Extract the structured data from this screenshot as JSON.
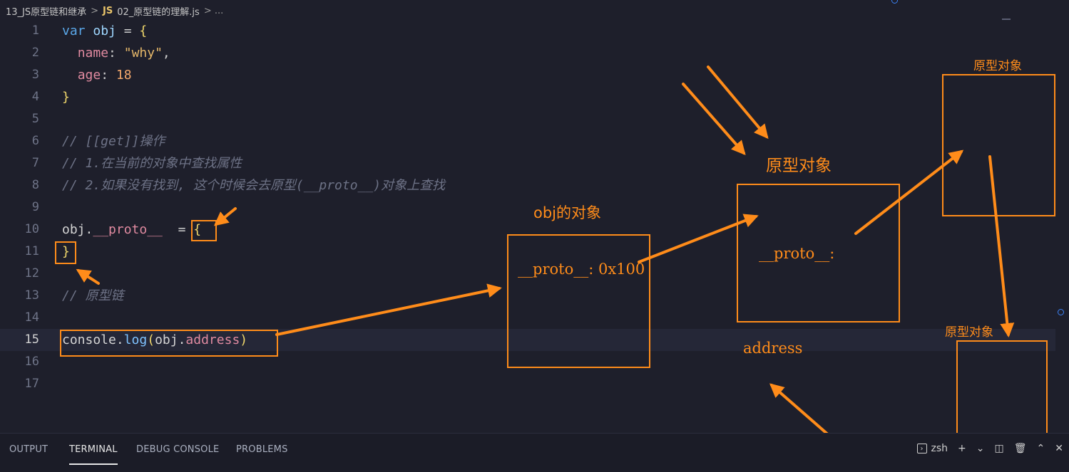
{
  "breadcrumb": {
    "folder": "13_JS原型链和继承",
    "sep": ">",
    "file_icon": "JS",
    "file": "02_原型链的理解.js",
    "trail": "> ..."
  },
  "code": {
    "lines": [
      {
        "n": "1",
        "tokens": [
          [
            "kw",
            "var "
          ],
          [
            "var",
            "obj "
          ],
          [
            "punc",
            "= "
          ],
          [
            "brace",
            "{"
          ]
        ]
      },
      {
        "n": "2",
        "tokens": [
          [
            "punc",
            "  "
          ],
          [
            "prop",
            "name"
          ],
          [
            "punc",
            ": "
          ],
          [
            "str",
            "\"why\""
          ],
          [
            "punc",
            ","
          ]
        ]
      },
      {
        "n": "3",
        "tokens": [
          [
            "punc",
            "  "
          ],
          [
            "prop",
            "age"
          ],
          [
            "punc",
            ": "
          ],
          [
            "num",
            "18"
          ]
        ]
      },
      {
        "n": "4",
        "tokens": [
          [
            "brace",
            "}"
          ]
        ]
      },
      {
        "n": "5",
        "tokens": []
      },
      {
        "n": "6",
        "tokens": [
          [
            "comment",
            "// [[get]]操作"
          ]
        ]
      },
      {
        "n": "7",
        "tokens": [
          [
            "comment",
            "// 1.在当前的对象中查找属性"
          ]
        ]
      },
      {
        "n": "8",
        "tokens": [
          [
            "comment",
            "// 2.如果没有找到, 这个时候会去原型(__proto__)对象上查找"
          ]
        ]
      },
      {
        "n": "9",
        "tokens": []
      },
      {
        "n": "10",
        "tokens": [
          [
            "obj",
            "obj."
          ],
          [
            "prop",
            "__proto__"
          ],
          [
            "punc",
            "  = "
          ],
          [
            "brace",
            "{"
          ]
        ]
      },
      {
        "n": "11",
        "tokens": [
          [
            "brace",
            "}"
          ]
        ]
      },
      {
        "n": "12",
        "tokens": []
      },
      {
        "n": "13",
        "tokens": [
          [
            "comment",
            "// 原型链"
          ]
        ]
      },
      {
        "n": "14",
        "tokens": []
      },
      {
        "n": "15",
        "tokens": [
          [
            "obj",
            "console."
          ],
          [
            "fn",
            "log"
          ],
          [
            "brace",
            "("
          ],
          [
            "obj",
            "obj."
          ],
          [
            "prop",
            "address"
          ],
          [
            "brace",
            ")"
          ]
        ]
      },
      {
        "n": "16",
        "tokens": []
      },
      {
        "n": "17",
        "tokens": []
      }
    ]
  },
  "annotations": {
    "obj_object_label": "obj的对象",
    "obj_proto_text": "__proto__: 0x100",
    "proto_obj_label_1": "原型对象",
    "proto_text_2": "__proto__:",
    "proto_obj_label_2": "原型对象",
    "proto_obj_label_3": "原型对象",
    "address_text": "address",
    "color": "#ff8c1a"
  },
  "panel": {
    "tabs": [
      "OUTPUT",
      "TERMINAL",
      "DEBUG CONSOLE",
      "PROBLEMS"
    ],
    "active_tab": "TERMINAL",
    "shell": "zsh",
    "icons": [
      "terminal-icon",
      "plus-icon",
      "chevron-down-icon",
      "split-icon",
      "trash-icon",
      "chevron-up-icon",
      "close-icon"
    ]
  }
}
